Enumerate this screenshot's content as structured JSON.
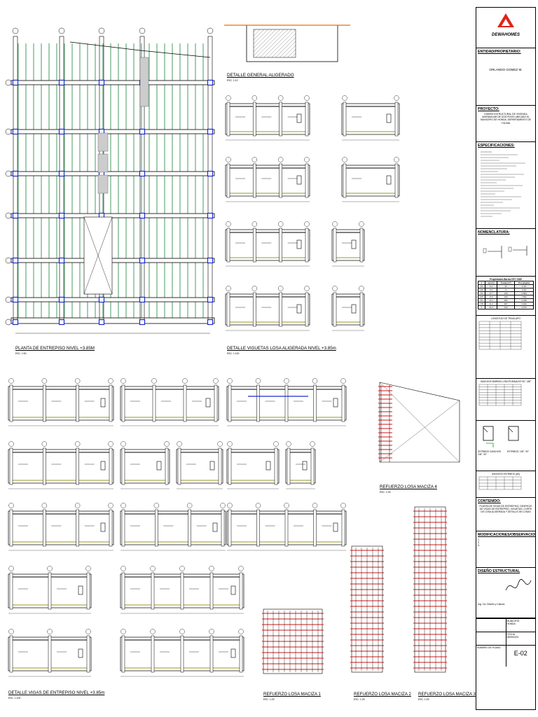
{
  "plan": {
    "main_title": "PLANTA DE ENTREPISO NIVEL +3.85M",
    "main_scale": "ESC. 1:50",
    "detail_aligerado_title": "DETALLE GENERAL ALIGERADO",
    "detail_aligerado_scale": "ESC. 1:10",
    "viguetas_title": "DETALLE VIGUETAS LOSA ALIGERADA NIVEL +3.85m",
    "viguetas_scale": "ESC. 1:100",
    "vigas_title": "DETALLE VIGAS DE ENTREPISO NIVEL +3.85m",
    "vigas_scale": "ESC. 1:100",
    "losa1_title": "REFUERZO LOSA MACIZA 1",
    "losa2_title": "REFUERZO LOSA MACIZA 2",
    "losa3_title": "REFUERZO LOSA MACIZA 3",
    "losa4_title": "REFUERZO LOSA MACIZA 4",
    "losa_scale": "ESC. 1:25"
  },
  "titleblock": {
    "logo_text": "DEWAHOMES",
    "owner_head": "ENTIDAD/PROPIETARIO:",
    "owner": "ORLANDO GOMEZ M.",
    "project_head": "PROYECTO:",
    "project": "DISEÑO ESTRUCTURAL DE VIVIENDA UNIFAMILIAR DE DOS PISOS UBICADO EL MUNICIPIO DE HONDA, DEPARTAMENTO DE TOLIMA",
    "spec_head": "ESPECIFICACIONES:",
    "nomen_head": "NOMENCLATURA:",
    "bars_table_title": "Propiedades Barras NTC 2289",
    "bars_headers": [
      "#",
      "ø(mm)",
      "Área(mm²)",
      "Peso(kg/m)"
    ],
    "bars_rows": [
      [
        "1/4",
        "6.4",
        "32",
        "0.25"
      ],
      [
        "3/8",
        "9.5",
        "71",
        "0.56"
      ],
      [
        "1/2",
        "12.7",
        "129",
        "0.994"
      ],
      [
        "5/8",
        "15.9",
        "199",
        "1.552"
      ],
      [
        "3/4",
        "19.1",
        "284",
        "2.235"
      ],
      [
        "7/8",
        "22.2",
        "387",
        "3.042"
      ],
      [
        "1",
        "25.4",
        "510",
        "3.973"
      ]
    ],
    "traslapo_title": "LONGITUD DE TRASLAPO",
    "ganchos_title": "GANCHOS BARRAS LONGITUDINALES 90°, 180°",
    "estribos_label": "ESTRIBOS GANCHOS 135°, 90°",
    "estribos2_label": "ESTRIBOS, 135°, 90°",
    "ganchos_estribos_title": "GANCHOS ESTRIBOS (cm)",
    "content_head": "CONTENIDO:",
    "content": "PLANTA DE VIGAS DE ENTREPISO, DESPIECE DE VIGAS DE ENTREPISO, VIGUETAS, CORTE DE LOSA ALIGERADA Y DETALLE DE LOSAS",
    "mods_head": "MODIFICACIONES/OBSERVACIONES:",
    "mods": [
      "1.",
      "2.",
      "3."
    ],
    "design_head": "DISEÑO ESTRUCTURAL",
    "revisor_label": "Ing. Civ. Diseño y Cálculo",
    "municipio_label": "MUNICIPIO",
    "municipio": "HONDA",
    "fecha_label": "FECHA",
    "fecha": "08/05/2021",
    "plano_label": "NUMERO DE PLANO:",
    "plano": "E-02"
  }
}
